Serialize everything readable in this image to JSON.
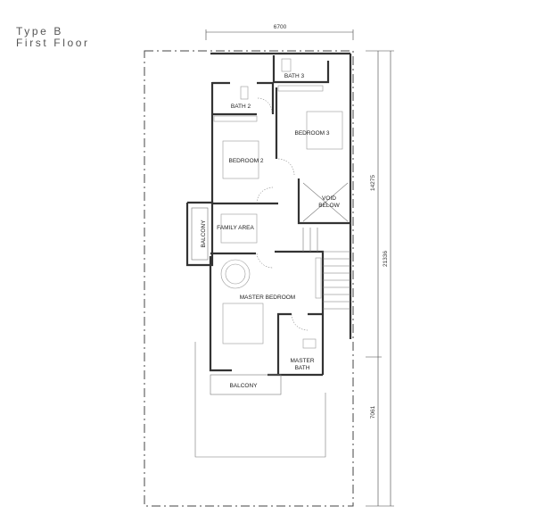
{
  "title": {
    "line1": "Type B",
    "line2": "First Floor"
  },
  "dimensions": {
    "width": "6700",
    "front_depth": "14275",
    "total_depth": "21336",
    "rear_depth": "7061"
  },
  "rooms": {
    "bath3": "BATH 3",
    "bath2": "BATH 2",
    "bedroom3": "BEDROOM 3",
    "bedroom2": "BEDROOM 2",
    "void_line1": "VOID",
    "void_line2": "BELOW",
    "family_area": "FAMILY AREA",
    "balcony_side": "BALCONY",
    "master_bedroom": "MASTER BEDROOM",
    "master_bath_line1": "MASTER",
    "master_bath_line2": "BATH",
    "balcony_rear": "BALCONY"
  }
}
